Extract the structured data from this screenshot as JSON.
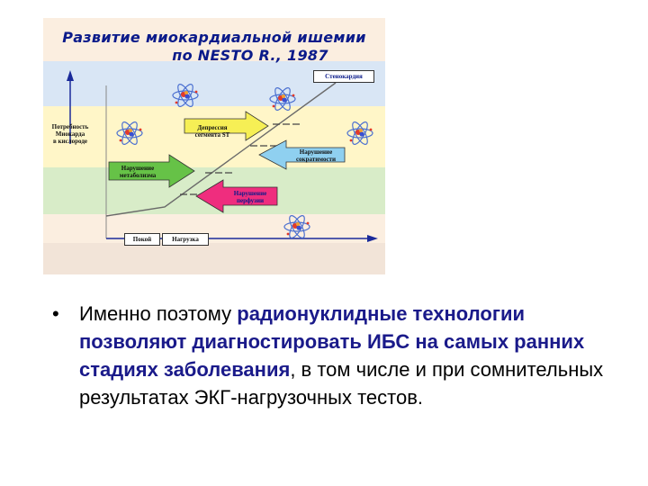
{
  "diagram": {
    "title_line1": "Развитие миокардиальной ишемии",
    "title_line2": "по NESTO R., 1987",
    "y_axis_label": "Потребность\nМиокарда\nв кислороде",
    "stages": {
      "stenocardia": "Стенокардия",
      "st_depression": "Депрессия\nсегмента ST",
      "contractility": "Нарушение\nсократимости",
      "metabolism": "Нарушение\nметаболизма",
      "perfusion": "Нарушение\nперфузии"
    },
    "x_axis": {
      "rest": "Покой",
      "load": "Нагрузка"
    },
    "colors": {
      "background": "#fbeee0",
      "top_band": "#d9e6f5",
      "mid_band": "#fff6c8",
      "yellow_box": "#f6ef55",
      "st_arrow": "#f6ef55",
      "contractility_arrow": "#8fd0f0",
      "metabolism_arrow": "#66c247",
      "perfusion_arrow": "#ef2d7e",
      "axis": "#1a2a9a"
    },
    "icon": "atom-icon"
  },
  "bullet": {
    "marker": "•",
    "t1": "Именно поэтому ",
    "t2": "радионуклидные технологии позволяют диагностировать ИБС на самых ранних стадиях заболевания",
    "t3": ", в том числе  и при сомнительных результатах ЭКГ-нагрузочных тестов."
  }
}
